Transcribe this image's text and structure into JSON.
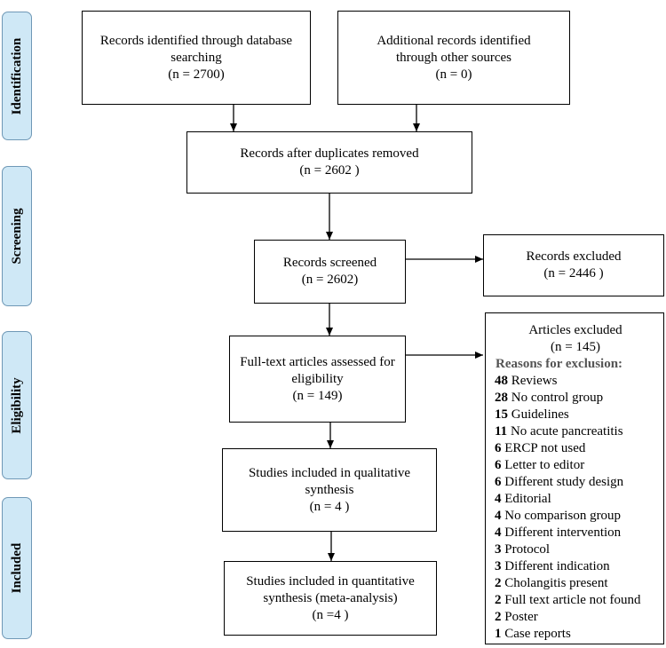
{
  "stages": {
    "identification": "Identification",
    "screening": "Screening",
    "eligibility": "Eligibility",
    "included": "Included"
  },
  "boxes": {
    "db_records": {
      "line1": "Records identified through database",
      "line2": "searching",
      "line3": "(n =  2700)"
    },
    "other_records": {
      "line1": "Additional records identified",
      "line2": "through other sources",
      "line3": "(n = 0)"
    },
    "after_duplicates": {
      "line1": "Records after duplicates removed",
      "line2": "(n = 2602 )"
    },
    "screened": {
      "line1": "Records screened",
      "line2": "(n = 2602)"
    },
    "records_excluded": {
      "line1": "Records excluded",
      "line2": "(n = 2446 )"
    },
    "fulltext": {
      "line1": "Full-text articles assessed for",
      "line2": "eligibility",
      "line3": "(n = 149)"
    },
    "qualitative": {
      "line1": "Studies included in qualitative",
      "line2": "synthesis",
      "line3": "(n = 4 )"
    },
    "quantitative": {
      "line1": "Studies included in quantitative",
      "line2": "synthesis (meta-analysis)",
      "line3": "(n =4 )"
    },
    "articles_excluded": {
      "line1": "Articles excluded",
      "line2": "(n = 145)",
      "reasons_heading": "Reasons for exclusion:",
      "reasons": [
        {
          "count": "48",
          "text": " Reviews"
        },
        {
          "count": "28",
          "text": " No control group"
        },
        {
          "count": "15",
          "text": " Guidelines"
        },
        {
          "count": "11",
          "text": " No acute pancreatitis"
        },
        {
          "count": "6",
          "text": " ERCP not used"
        },
        {
          "count": "6",
          "text": " Letter to editor"
        },
        {
          "count": "6",
          "text": " Different study design"
        },
        {
          "count": "4",
          "text": " Editorial"
        },
        {
          "count": "4",
          "text": " No comparison group"
        },
        {
          "count": "4",
          "text": " Different intervention"
        },
        {
          "count": "3",
          "text": " Protocol"
        },
        {
          "count": "3",
          "text": " Different indication"
        },
        {
          "count": "2",
          "text": " Cholangitis present"
        },
        {
          "count": "2",
          "text": " Full text article not found"
        },
        {
          "count": "2",
          "text": " Poster"
        },
        {
          "count": "1",
          "text": " Case reports"
        }
      ]
    }
  }
}
